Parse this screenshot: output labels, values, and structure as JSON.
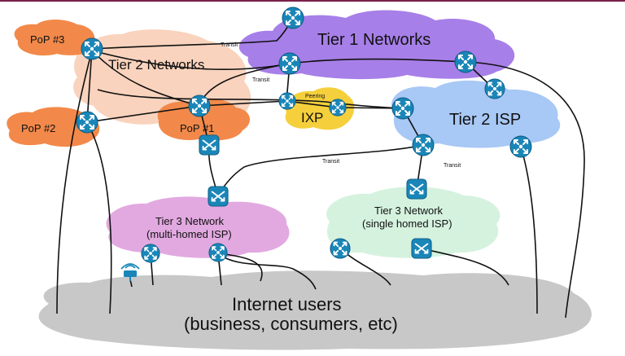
{
  "clouds": {
    "tier1": "Tier 1 Networks",
    "tier2_networks": "Tier 2 Networks",
    "tier2_isp": "Tier 2 ISP",
    "pop3": "PoP #3",
    "pop2": "PoP #2",
    "pop1": "PoP #1",
    "ixp": "IXP",
    "tier3_multi_line1": "Tier 3 Network",
    "tier3_multi_line2": "(multi-homed ISP)",
    "tier3_single_line1": "Tier 3 Network",
    "tier3_single_line2": "(single homed ISP)",
    "users_line1": "Internet users",
    "users_line2": "(business, consumers, etc)"
  },
  "link_labels": {
    "transit_top": "Transit",
    "transit_mid": "Transit",
    "peering": "Peering",
    "transit_tier2isp": "Transit",
    "transit_tier3": "Transit"
  },
  "colors": {
    "tier1": "#a77fe8",
    "tier2_networks": "#f9d3bd",
    "tier2_isp": "#a8c8f5",
    "pop": "#f2894a",
    "ixp": "#f5d03c",
    "tier3_multi": "#e2a9e0",
    "tier3_single": "#d5f2df",
    "users": "#c8c8c8",
    "device": "#1a86b8",
    "topline": "#7a2048"
  },
  "icons": [
    "router-icon",
    "switch-icon",
    "wireless-access-point-icon"
  ]
}
